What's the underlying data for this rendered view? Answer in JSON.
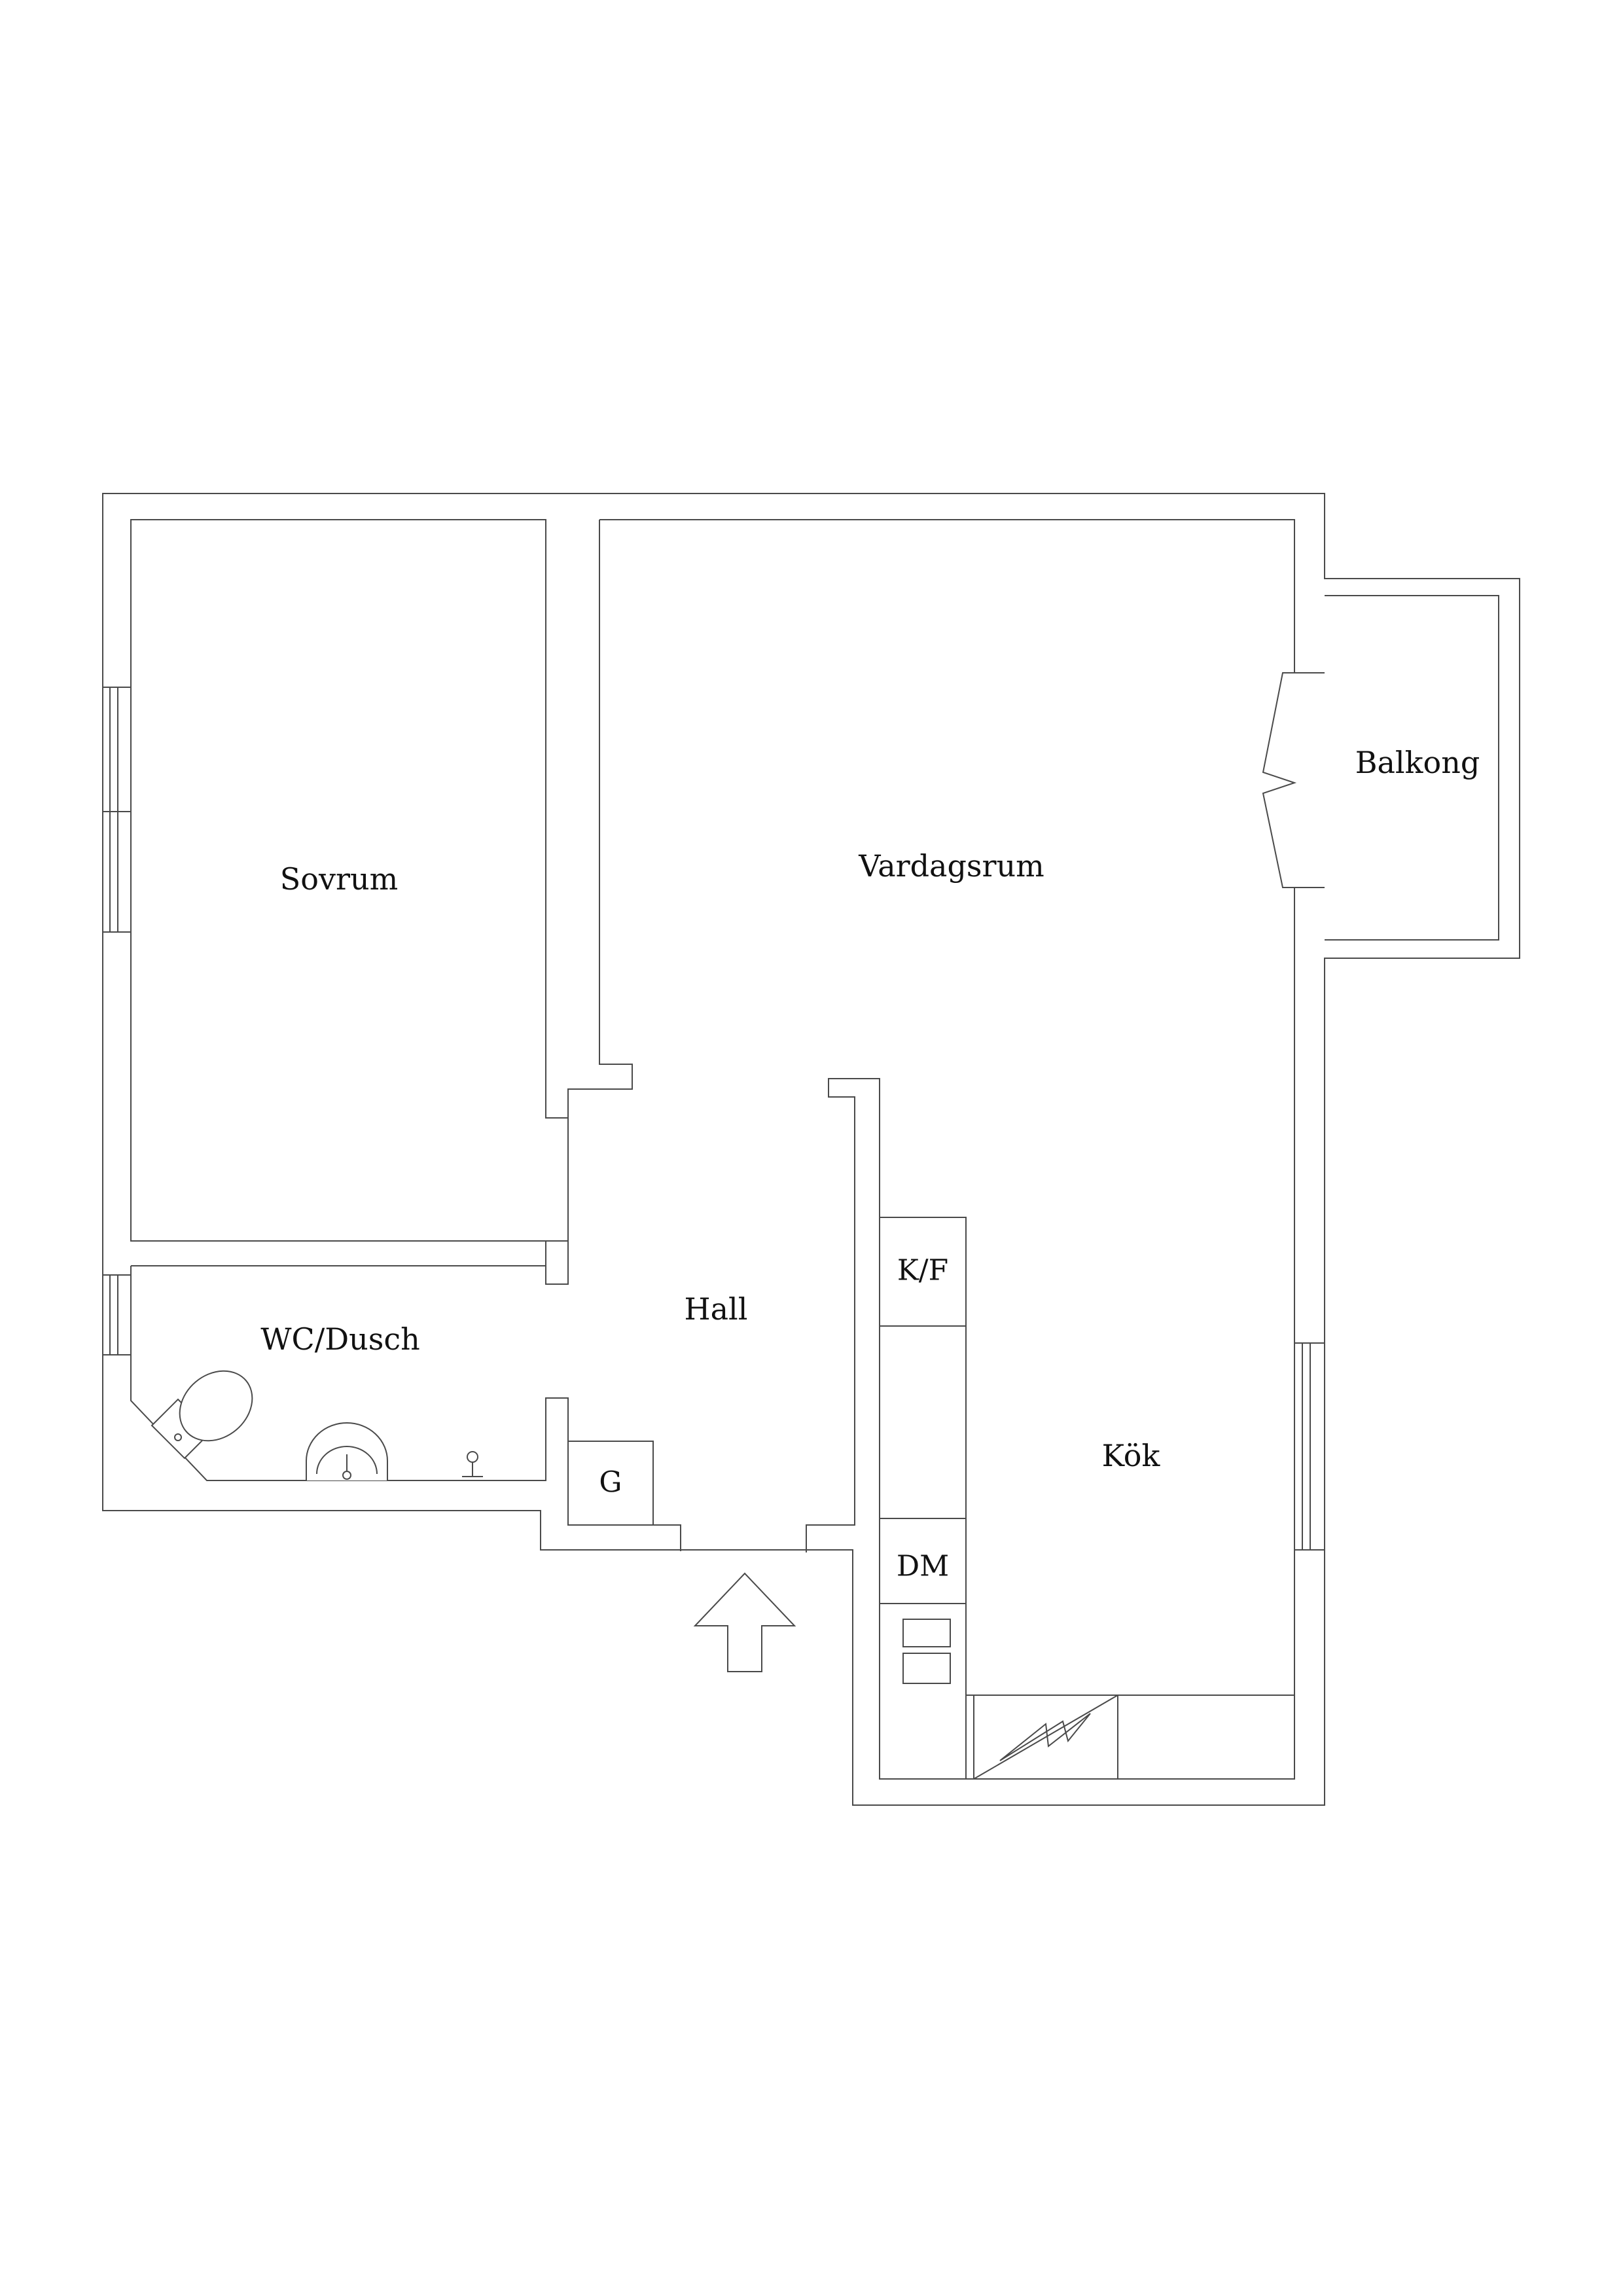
{
  "rooms": {
    "sovrum": "Sovrum",
    "vardagsrum": "Vardagsrum",
    "balkong": "Balkong",
    "wc_dusch": "WC/Dusch",
    "hall": "Hall",
    "kok": "Kök"
  },
  "fixtures": {
    "kf": "K/F",
    "g": "G",
    "dm": "DM"
  },
  "icons": {
    "entrance": "entrance-arrow-icon",
    "toilet": "toilet-icon",
    "sink": "sink-icon",
    "shower": "shower-icon",
    "stove": "stove-icon"
  },
  "colors": {
    "line": "#4a4a4a",
    "text": "#111111",
    "background": "#ffffff"
  }
}
